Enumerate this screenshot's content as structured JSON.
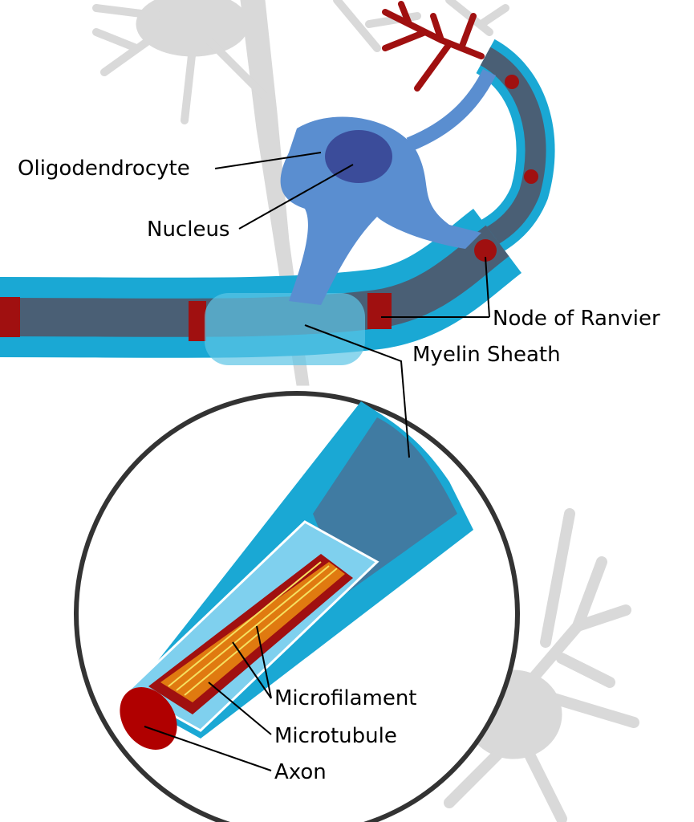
{
  "diagram": {
    "labels": {
      "oligodendrocyte": "Oligodendrocyte",
      "nucleus": "Nucleus",
      "node_of_ranvier": "Node of Ranvier",
      "myelin_sheath": "Myelin Sheath",
      "microfilament": "Microfilament",
      "microtubule": "Microtubule",
      "axon": "Axon"
    },
    "colors": {
      "axon_red": "#a01010",
      "axon_core": "#4a5f75",
      "myelin_blue": "#1aa8d4",
      "myelin_light": "#5cc4e6",
      "oligodendrocyte": "#5a8ed0",
      "nucleus": "#3b4c9a",
      "background_neuron": "#d9d9d9",
      "inset_ring": "#333333"
    }
  }
}
